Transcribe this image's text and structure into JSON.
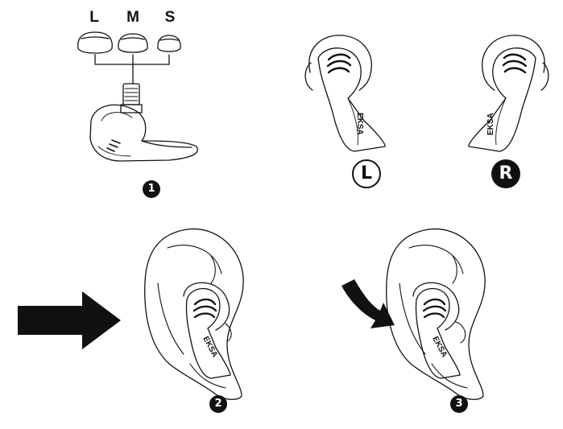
{
  "tips": {
    "large": "L",
    "medium": "M",
    "small": "S"
  },
  "sides": {
    "left": "L",
    "right": "R"
  },
  "steps": {
    "one": "1",
    "two": "2",
    "three": "3"
  },
  "brand_mark": "EKSA",
  "colors": {
    "ink": "#111111",
    "background": "#ffffff"
  }
}
